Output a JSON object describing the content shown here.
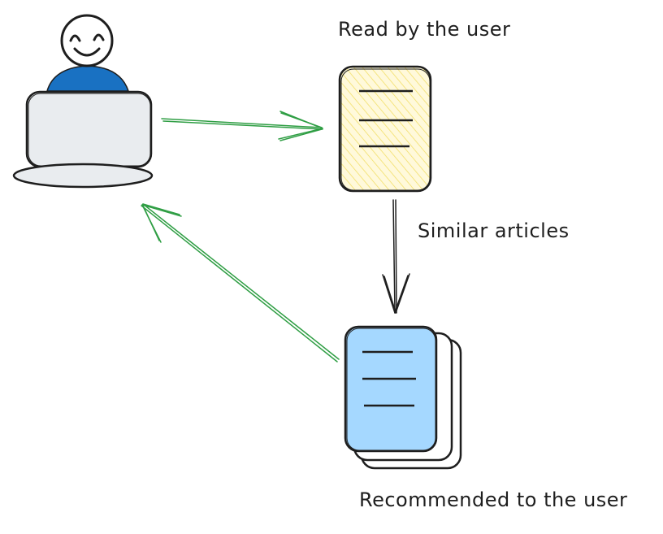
{
  "labels": {
    "read": "Read by the user",
    "similar": "Similar articles",
    "recommended": "Recommended to the user"
  },
  "icons": {
    "user": "user-at-laptop-icon",
    "read_document": "document-icon",
    "recommended_documents": "document-stack-icon"
  },
  "colors": {
    "stroke": "#1e1e1e",
    "user_body": "#1971c2",
    "laptop_fill": "#e9ecef",
    "read_doc_fill": "#fff3bf",
    "read_doc_hatch": "#f5e37a",
    "recommended_doc_fill": "#a5d8ff",
    "arrow_green": "#2f9e44"
  }
}
